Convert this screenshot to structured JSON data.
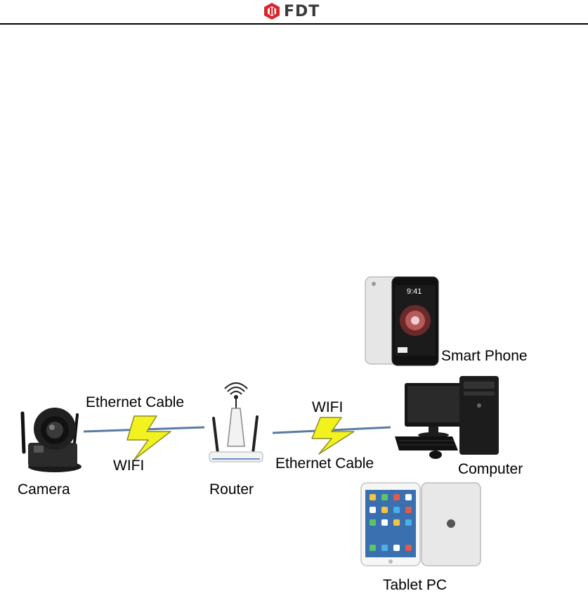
{
  "header": {
    "logo_text": "FDT"
  },
  "diagram": {
    "camera_label": "Camera",
    "router_label": "Router",
    "left_link_top": "Ethernet Cable",
    "left_link_bottom": "WIFI",
    "right_link_top": "WIFI",
    "right_link_bottom": "Ethernet Cable",
    "smartphone_label": "Smart Phone",
    "smartphone_time": "9:41",
    "computer_label": "Computer",
    "tablet_label": "Tablet PC"
  },
  "colors": {
    "bolt": "#f2f21e",
    "bolt_stroke": "#8c8c2a",
    "link_line": "#5a7ba3",
    "logo_red": "#d8262b"
  }
}
